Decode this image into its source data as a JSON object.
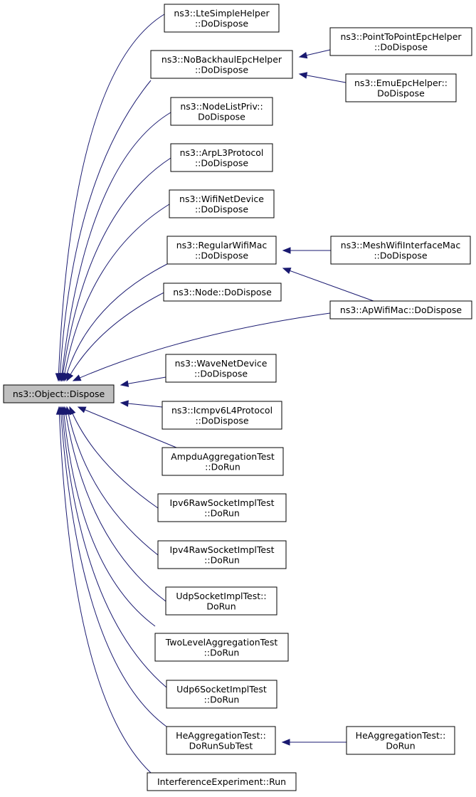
{
  "nodes": {
    "root": {
      "lines": [
        "ns3::Object::Dispose"
      ]
    },
    "lte": {
      "lines": [
        "ns3::LteSimpleHelper",
        "::DoDispose"
      ]
    },
    "nobackhaul": {
      "lines": [
        "ns3::NoBackhaulEpcHelper",
        "::DoDispose"
      ]
    },
    "p2pepc": {
      "lines": [
        "ns3::PointToPointEpcHelper",
        "::DoDispose"
      ]
    },
    "emuepc": {
      "lines": [
        "ns3::EmuEpcHelper::",
        "DoDispose"
      ]
    },
    "nodelistpriv": {
      "lines": [
        "ns3::NodeListPriv::",
        "DoDispose"
      ]
    },
    "arpl3": {
      "lines": [
        "ns3::ArpL3Protocol",
        "::DoDispose"
      ]
    },
    "wifinetdevice": {
      "lines": [
        "ns3::WifiNetDevice",
        "::DoDispose"
      ]
    },
    "regularwifimac": {
      "lines": [
        "ns3::RegularWifiMac",
        "::DoDispose"
      ]
    },
    "meshwifi": {
      "lines": [
        "ns3::MeshWifiInterfaceMac",
        "::DoDispose"
      ]
    },
    "node": {
      "lines": [
        "ns3::Node::DoDispose"
      ]
    },
    "apwifimac": {
      "lines": [
        "ns3::ApWifiMac::DoDispose"
      ]
    },
    "wavenetdevice": {
      "lines": [
        "ns3::WaveNetDevice",
        "::DoDispose"
      ]
    },
    "icmpv6": {
      "lines": [
        "ns3::Icmpv6L4Protocol",
        "::DoDispose"
      ]
    },
    "ampdu": {
      "lines": [
        "AmpduAggregationTest",
        "::DoRun"
      ]
    },
    "ipv6raw": {
      "lines": [
        "Ipv6RawSocketImplTest",
        "::DoRun"
      ]
    },
    "ipv4raw": {
      "lines": [
        "Ipv4RawSocketImplTest",
        "::DoRun"
      ]
    },
    "udpsocket": {
      "lines": [
        "UdpSocketImplTest::",
        "DoRun"
      ]
    },
    "twolevel": {
      "lines": [
        "TwoLevelAggregationTest",
        "::DoRun"
      ]
    },
    "udp6socket": {
      "lines": [
        "Udp6SocketImplTest",
        "::DoRun"
      ]
    },
    "heaggsub": {
      "lines": [
        "HeAggregationTest::",
        "DoRunSubTest"
      ]
    },
    "heaggrun": {
      "lines": [
        "HeAggregationTest::",
        "DoRun"
      ]
    },
    "interference": {
      "lines": [
        "InterferenceExperiment::Run"
      ]
    }
  },
  "edges": [
    {
      "from": "lte",
      "to": "root"
    },
    {
      "from": "nobackhaul",
      "to": "root"
    },
    {
      "from": "nodelistpriv",
      "to": "root"
    },
    {
      "from": "arpl3",
      "to": "root"
    },
    {
      "from": "wifinetdevice",
      "to": "root"
    },
    {
      "from": "regularwifimac",
      "to": "root"
    },
    {
      "from": "node",
      "to": "root"
    },
    {
      "from": "apwifimac",
      "to": "root"
    },
    {
      "from": "wavenetdevice",
      "to": "root"
    },
    {
      "from": "icmpv6",
      "to": "root"
    },
    {
      "from": "ampdu",
      "to": "root"
    },
    {
      "from": "ipv6raw",
      "to": "root"
    },
    {
      "from": "ipv4raw",
      "to": "root"
    },
    {
      "from": "udpsocket",
      "to": "root"
    },
    {
      "from": "twolevel",
      "to": "root"
    },
    {
      "from": "udp6socket",
      "to": "root"
    },
    {
      "from": "heaggsub",
      "to": "root"
    },
    {
      "from": "interference",
      "to": "root"
    },
    {
      "from": "p2pepc",
      "to": "nobackhaul"
    },
    {
      "from": "emuepc",
      "to": "nobackhaul"
    },
    {
      "from": "meshwifi",
      "to": "regularwifimac"
    },
    {
      "from": "apwifimac",
      "to": "regularwifimac"
    },
    {
      "from": "heaggrun",
      "to": "heaggsub"
    }
  ],
  "colors": {
    "edge": "#191970",
    "root_fill": "#bfbfbf",
    "node_fill": "#ffffff",
    "node_border": "#000000"
  }
}
